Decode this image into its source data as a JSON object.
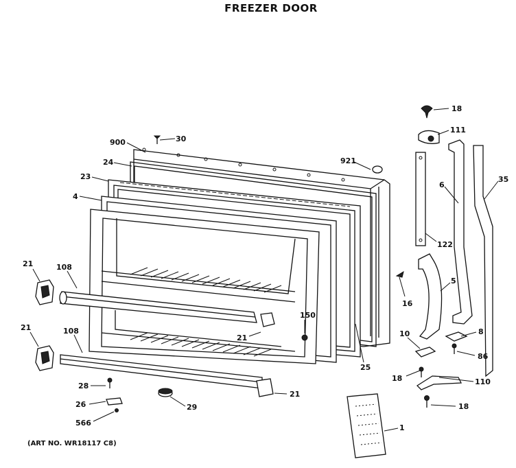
{
  "diagram": {
    "title": "FREEZER DOOR",
    "caption": "(ART NO. WR18117 C8)",
    "callouts": {
      "c18a": "18",
      "c111": "111",
      "c35": "35",
      "c6": "6",
      "c122": "122",
      "c900": "900",
      "c30": "30",
      "c24": "24",
      "c921": "921",
      "c23": "23",
      "c4": "4",
      "c5": "5",
      "c16": "16",
      "c21a": "21",
      "c108a": "108",
      "c150": "150",
      "c21b": "21",
      "c21c": "21",
      "c108b": "108",
      "c10": "10",
      "c8": "8",
      "c86": "86",
      "c25": "25",
      "c18b": "18",
      "c110": "110",
      "c28": "28",
      "c21d": "21",
      "c26": "26",
      "c29": "29",
      "c18c": "18",
      "c566": "566",
      "c1": "1"
    }
  }
}
